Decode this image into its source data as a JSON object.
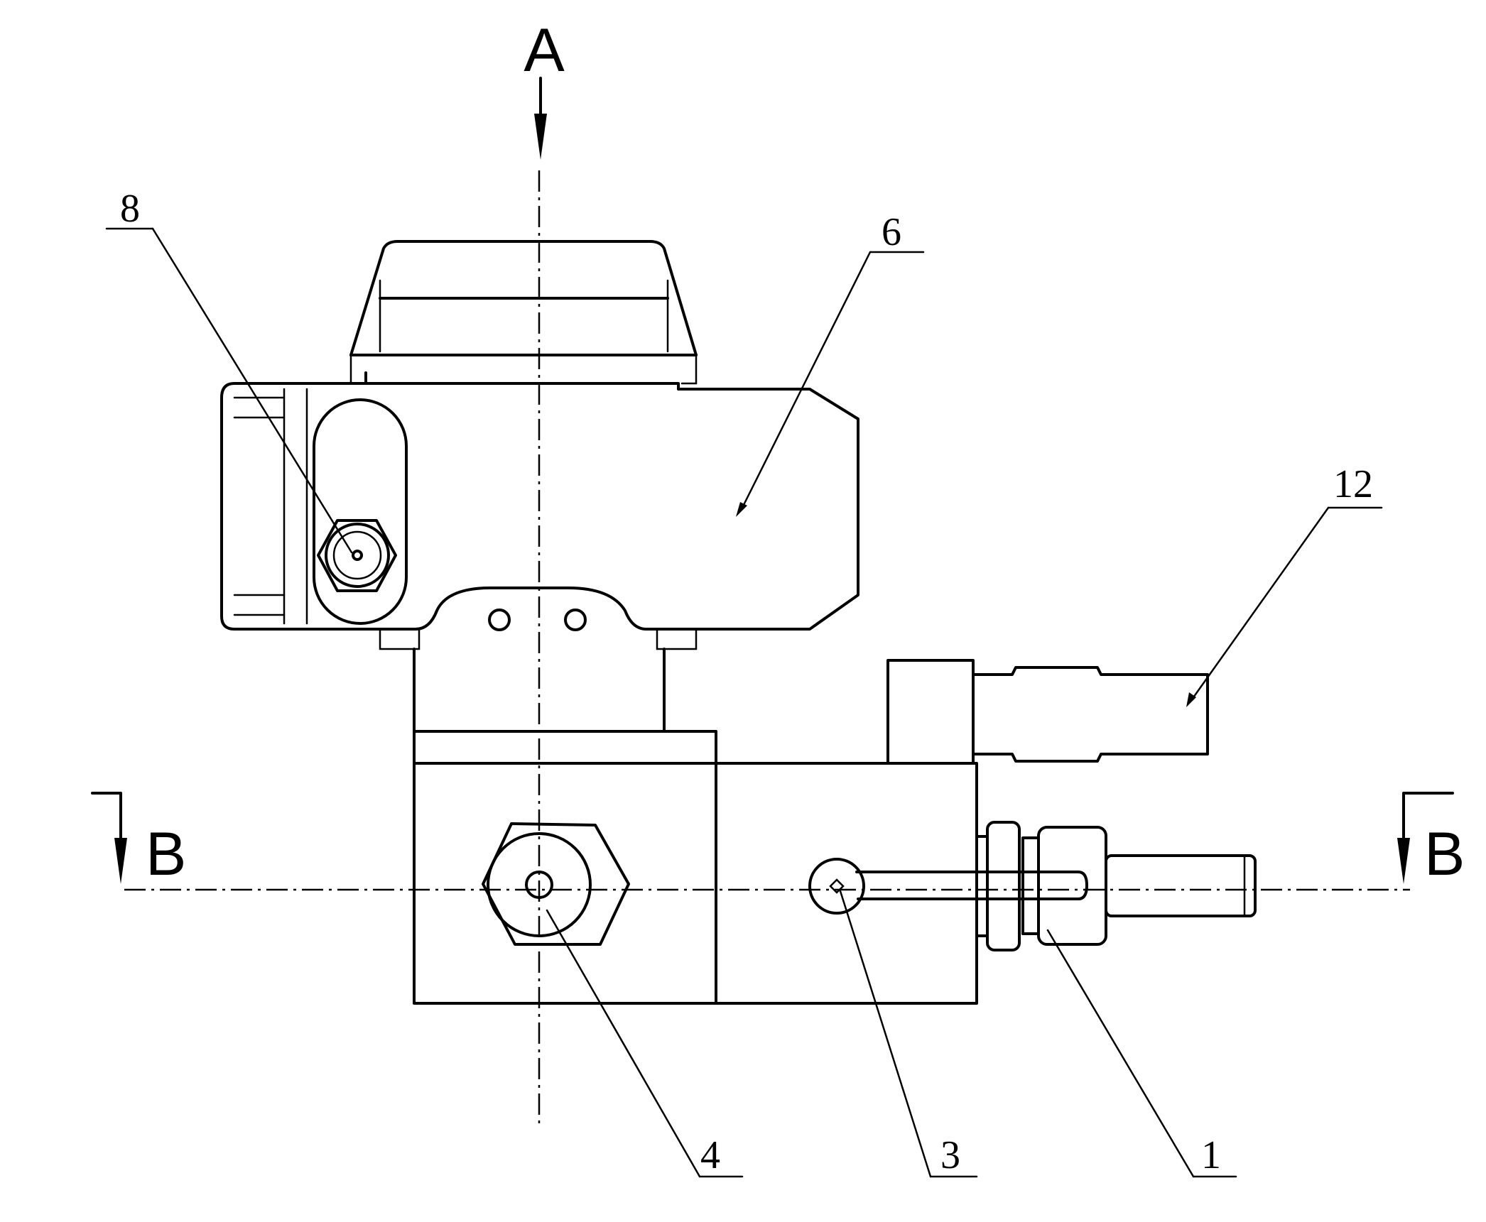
{
  "section_labels": {
    "a": "A",
    "b_left": "B",
    "b_right": "B"
  },
  "callouts": {
    "part_8": "8",
    "part_6": "6",
    "part_12": "12",
    "part_4": "4",
    "part_3": "3",
    "part_1": "1"
  }
}
